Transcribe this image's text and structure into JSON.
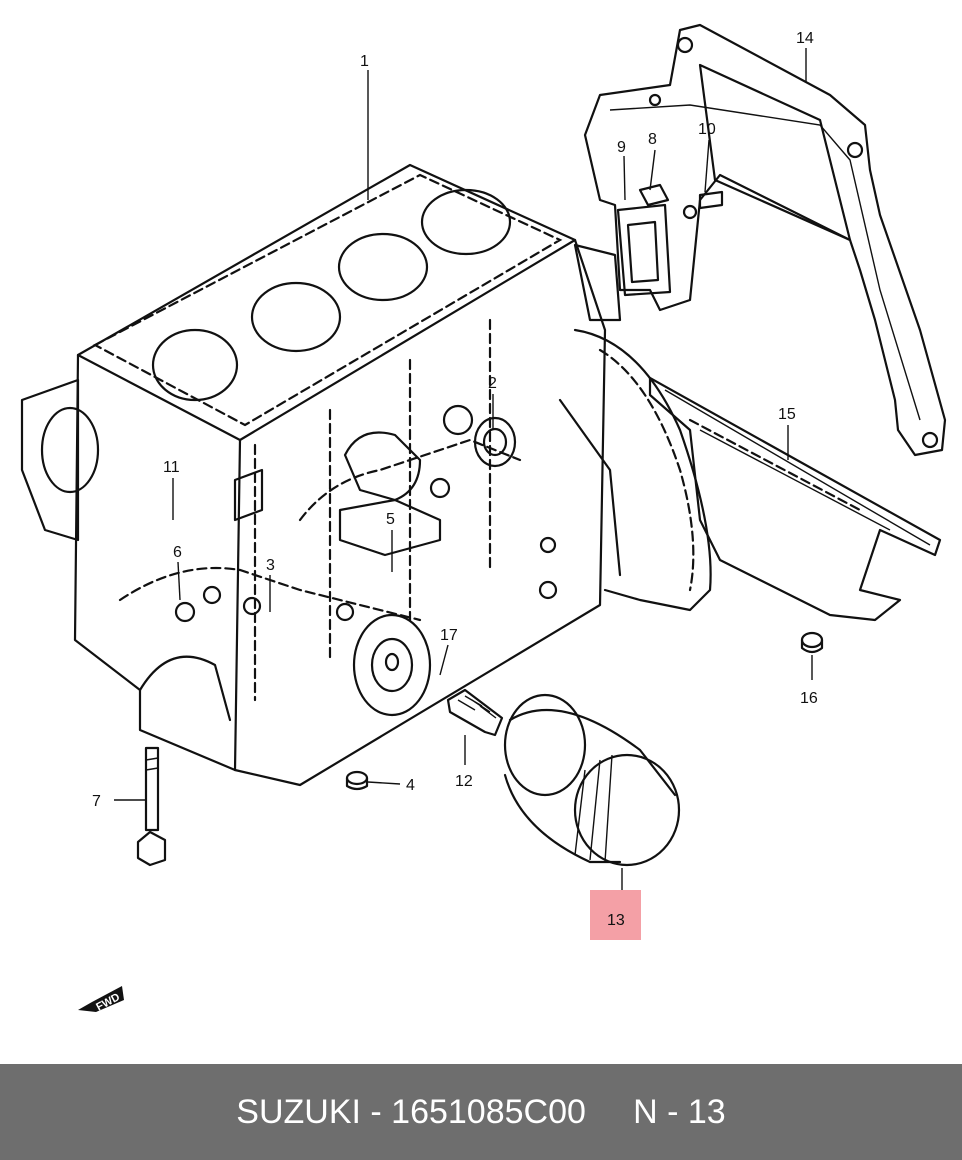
{
  "labels": {
    "p1": "1",
    "p2": "2",
    "p3": "3",
    "p4": "4",
    "p5": "5",
    "p6": "6",
    "p7": "7",
    "p8": "8",
    "p9": "9",
    "p10": "10",
    "p11": "11",
    "p12": "12",
    "p13": "13",
    "p14": "14",
    "p15": "15",
    "p16": "16",
    "p17": "17"
  },
  "fwd_mark": "FWD",
  "highlight": {
    "part": "13",
    "color": "#f4a0a6"
  },
  "footer": {
    "text": "SUZUKI - 1651085C00     N - 13",
    "background": "#6e6e6e",
    "color": "#ffffff"
  }
}
